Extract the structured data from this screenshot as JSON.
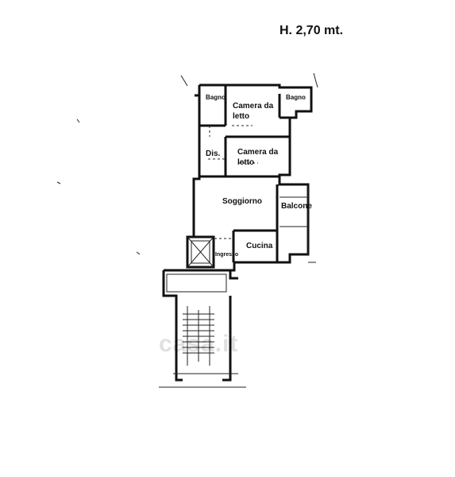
{
  "header": {
    "height_label": "H. 2,70 mt."
  },
  "rooms": {
    "bagno_left": "Bagno",
    "camera1_line1": "Camera da",
    "camera1_line2": "letto",
    "bagno_right": "Bagno",
    "dis": "Dis.",
    "camera2_line1": "Camera da",
    "camera2_line2": "letto",
    "soggiorno": "Soggiorno",
    "balcone": "Balcone",
    "ingresso": "Ingresso",
    "cucina": "Cucina"
  },
  "watermark": "casa.it"
}
